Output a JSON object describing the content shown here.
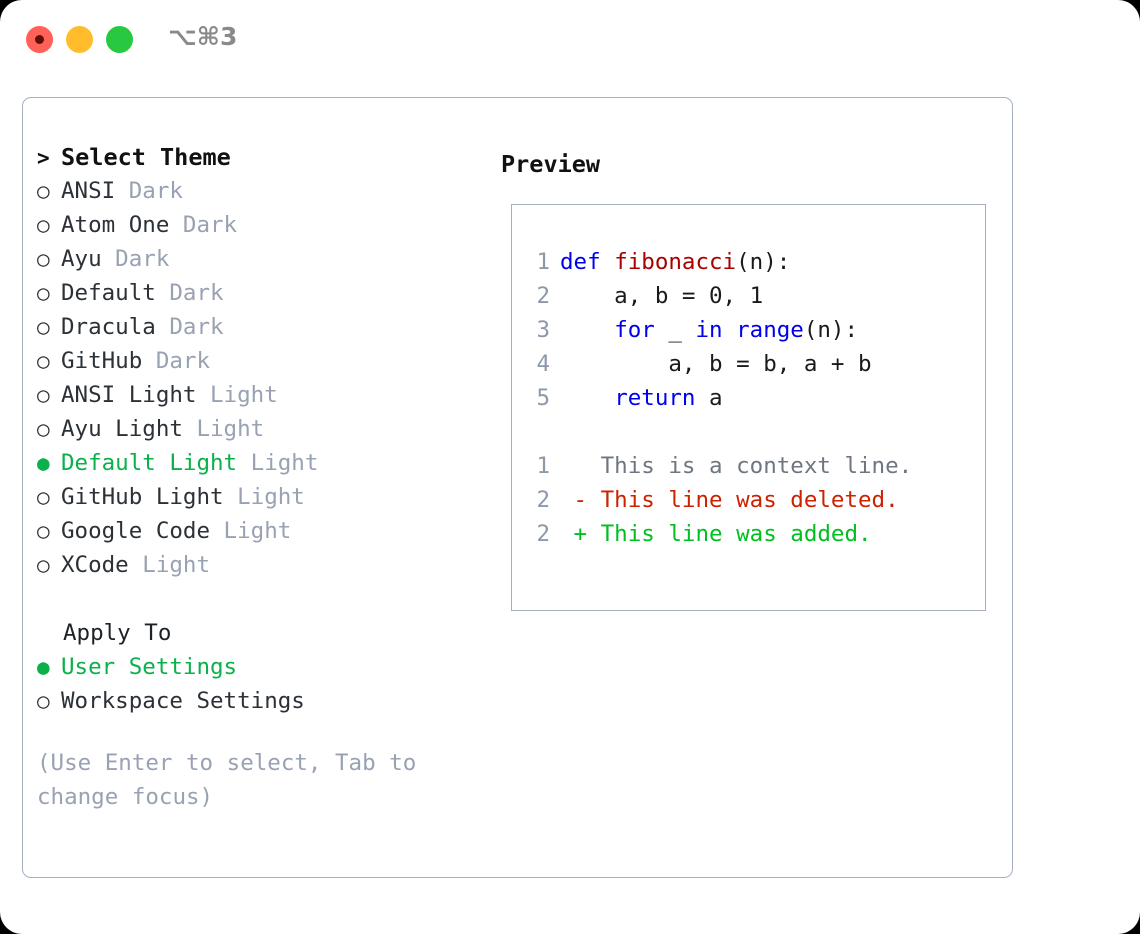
{
  "titlebar": {
    "shortcut": "⌥⌘3",
    "lights": [
      {
        "name": "close",
        "color": "#ff6159"
      },
      {
        "name": "minimize",
        "color": "#ffbd2e"
      },
      {
        "name": "maximize",
        "color": "#28c840"
      }
    ]
  },
  "colors": {
    "panel_border": "#a6b0be",
    "selected_green": "#0ab14a",
    "muted": "#98a2b3",
    "keyword_blue": "#0000ee",
    "function_red": "#aa0000",
    "diff_deleted": "#cc2200",
    "diff_added": "#00c020",
    "line_number": "#8d98a8"
  },
  "theme_list": {
    "header": {
      "prefix": ">",
      "title": "Select Theme"
    },
    "items": [
      {
        "bullet": "○",
        "label": "ANSI",
        "suffix": "Dark",
        "selected": false
      },
      {
        "bullet": "○",
        "label": "Atom One",
        "suffix": "Dark",
        "selected": false
      },
      {
        "bullet": "○",
        "label": "Ayu",
        "suffix": "Dark",
        "selected": false
      },
      {
        "bullet": "○",
        "label": "Default",
        "suffix": "Dark",
        "selected": false
      },
      {
        "bullet": "○",
        "label": "Dracula",
        "suffix": "Dark",
        "selected": false
      },
      {
        "bullet": "○",
        "label": "GitHub",
        "suffix": "Dark",
        "selected": false
      },
      {
        "bullet": "○",
        "label": "ANSI Light",
        "suffix": "Light",
        "selected": false
      },
      {
        "bullet": "○",
        "label": "Ayu Light",
        "suffix": "Light",
        "selected": false
      },
      {
        "bullet": "●",
        "label": "Default Light",
        "suffix": "Light",
        "selected": true
      },
      {
        "bullet": "○",
        "label": "GitHub Light",
        "suffix": "Light",
        "selected": false
      },
      {
        "bullet": "○",
        "label": "Google Code",
        "suffix": "Light",
        "selected": false
      },
      {
        "bullet": "○",
        "label": "XCode",
        "suffix": "Light",
        "selected": false
      }
    ]
  },
  "apply_to": {
    "title": "Apply To",
    "items": [
      {
        "bullet": "●",
        "label": "User Settings",
        "selected": true
      },
      {
        "bullet": "○",
        "label": "Workspace Settings",
        "selected": false
      }
    ]
  },
  "hint": "(Use Enter to select, Tab to change focus)",
  "preview": {
    "title": "Preview",
    "code_lines": [
      {
        "num": "1",
        "tokens": [
          {
            "t": "def ",
            "c": "kw"
          },
          {
            "t": "fibonacci",
            "c": "fn"
          },
          {
            "t": "(n):",
            "c": "plain"
          }
        ]
      },
      {
        "num": "2",
        "tokens": [
          {
            "t": "    a, b = 0, 1",
            "c": "plain"
          }
        ]
      },
      {
        "num": "3",
        "tokens": [
          {
            "t": "    ",
            "c": "plain"
          },
          {
            "t": "for",
            "c": "kw"
          },
          {
            "t": " _ ",
            "c": "plain"
          },
          {
            "t": "in",
            "c": "kw"
          },
          {
            "t": " ",
            "c": "plain"
          },
          {
            "t": "range",
            "c": "kw"
          },
          {
            "t": "(n):",
            "c": "plain"
          }
        ]
      },
      {
        "num": "4",
        "tokens": [
          {
            "t": "        a, b = b, a + b",
            "c": "plain"
          }
        ]
      },
      {
        "num": "5",
        "tokens": [
          {
            "t": "    ",
            "c": "plain"
          },
          {
            "t": "return",
            "c": "kw"
          },
          {
            "t": " a",
            "c": "plain"
          }
        ]
      }
    ],
    "diff_lines": [
      {
        "num": "1",
        "marker": " ",
        "text": "This is a context line.",
        "kind": "ctx"
      },
      {
        "num": "2",
        "marker": "-",
        "text": "This line was deleted.",
        "kind": "del"
      },
      {
        "num": "2",
        "marker": "+",
        "text": "This line was added.",
        "kind": "add"
      }
    ]
  }
}
